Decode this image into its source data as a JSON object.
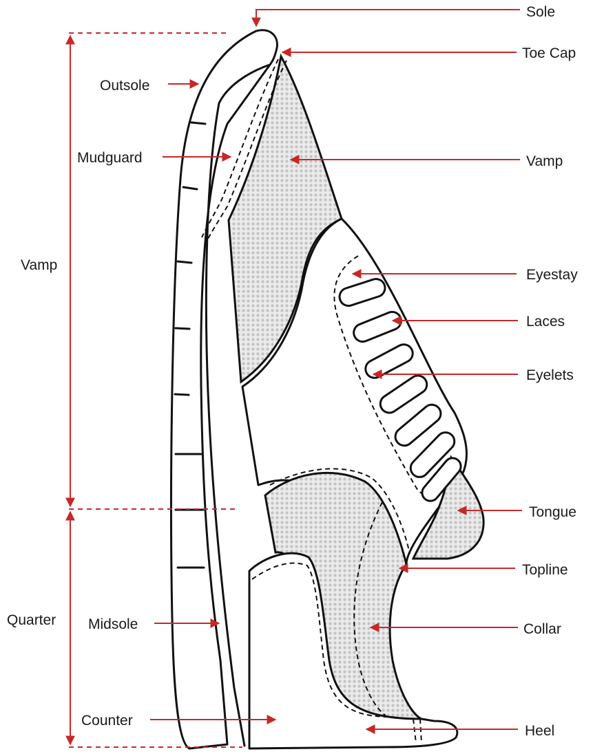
{
  "colors": {
    "annotation": "#c62828",
    "outline": "#111111",
    "mesh": "#cfcfcf"
  },
  "labels": {
    "sole": "Sole",
    "toe_cap": "Toe Cap",
    "outsole": "Outsole",
    "mudguard": "Mudguard",
    "vamp_part": "Vamp",
    "vamp_section": "Vamp",
    "eyestay": "Eyestay",
    "laces": "Laces",
    "eyelets": "Eyelets",
    "tongue": "Tongue",
    "topline": "Topline",
    "quarter": "Quarter",
    "midsole": "Midsole",
    "collar": "Collar",
    "counter": "Counter",
    "heel": "Heel"
  }
}
